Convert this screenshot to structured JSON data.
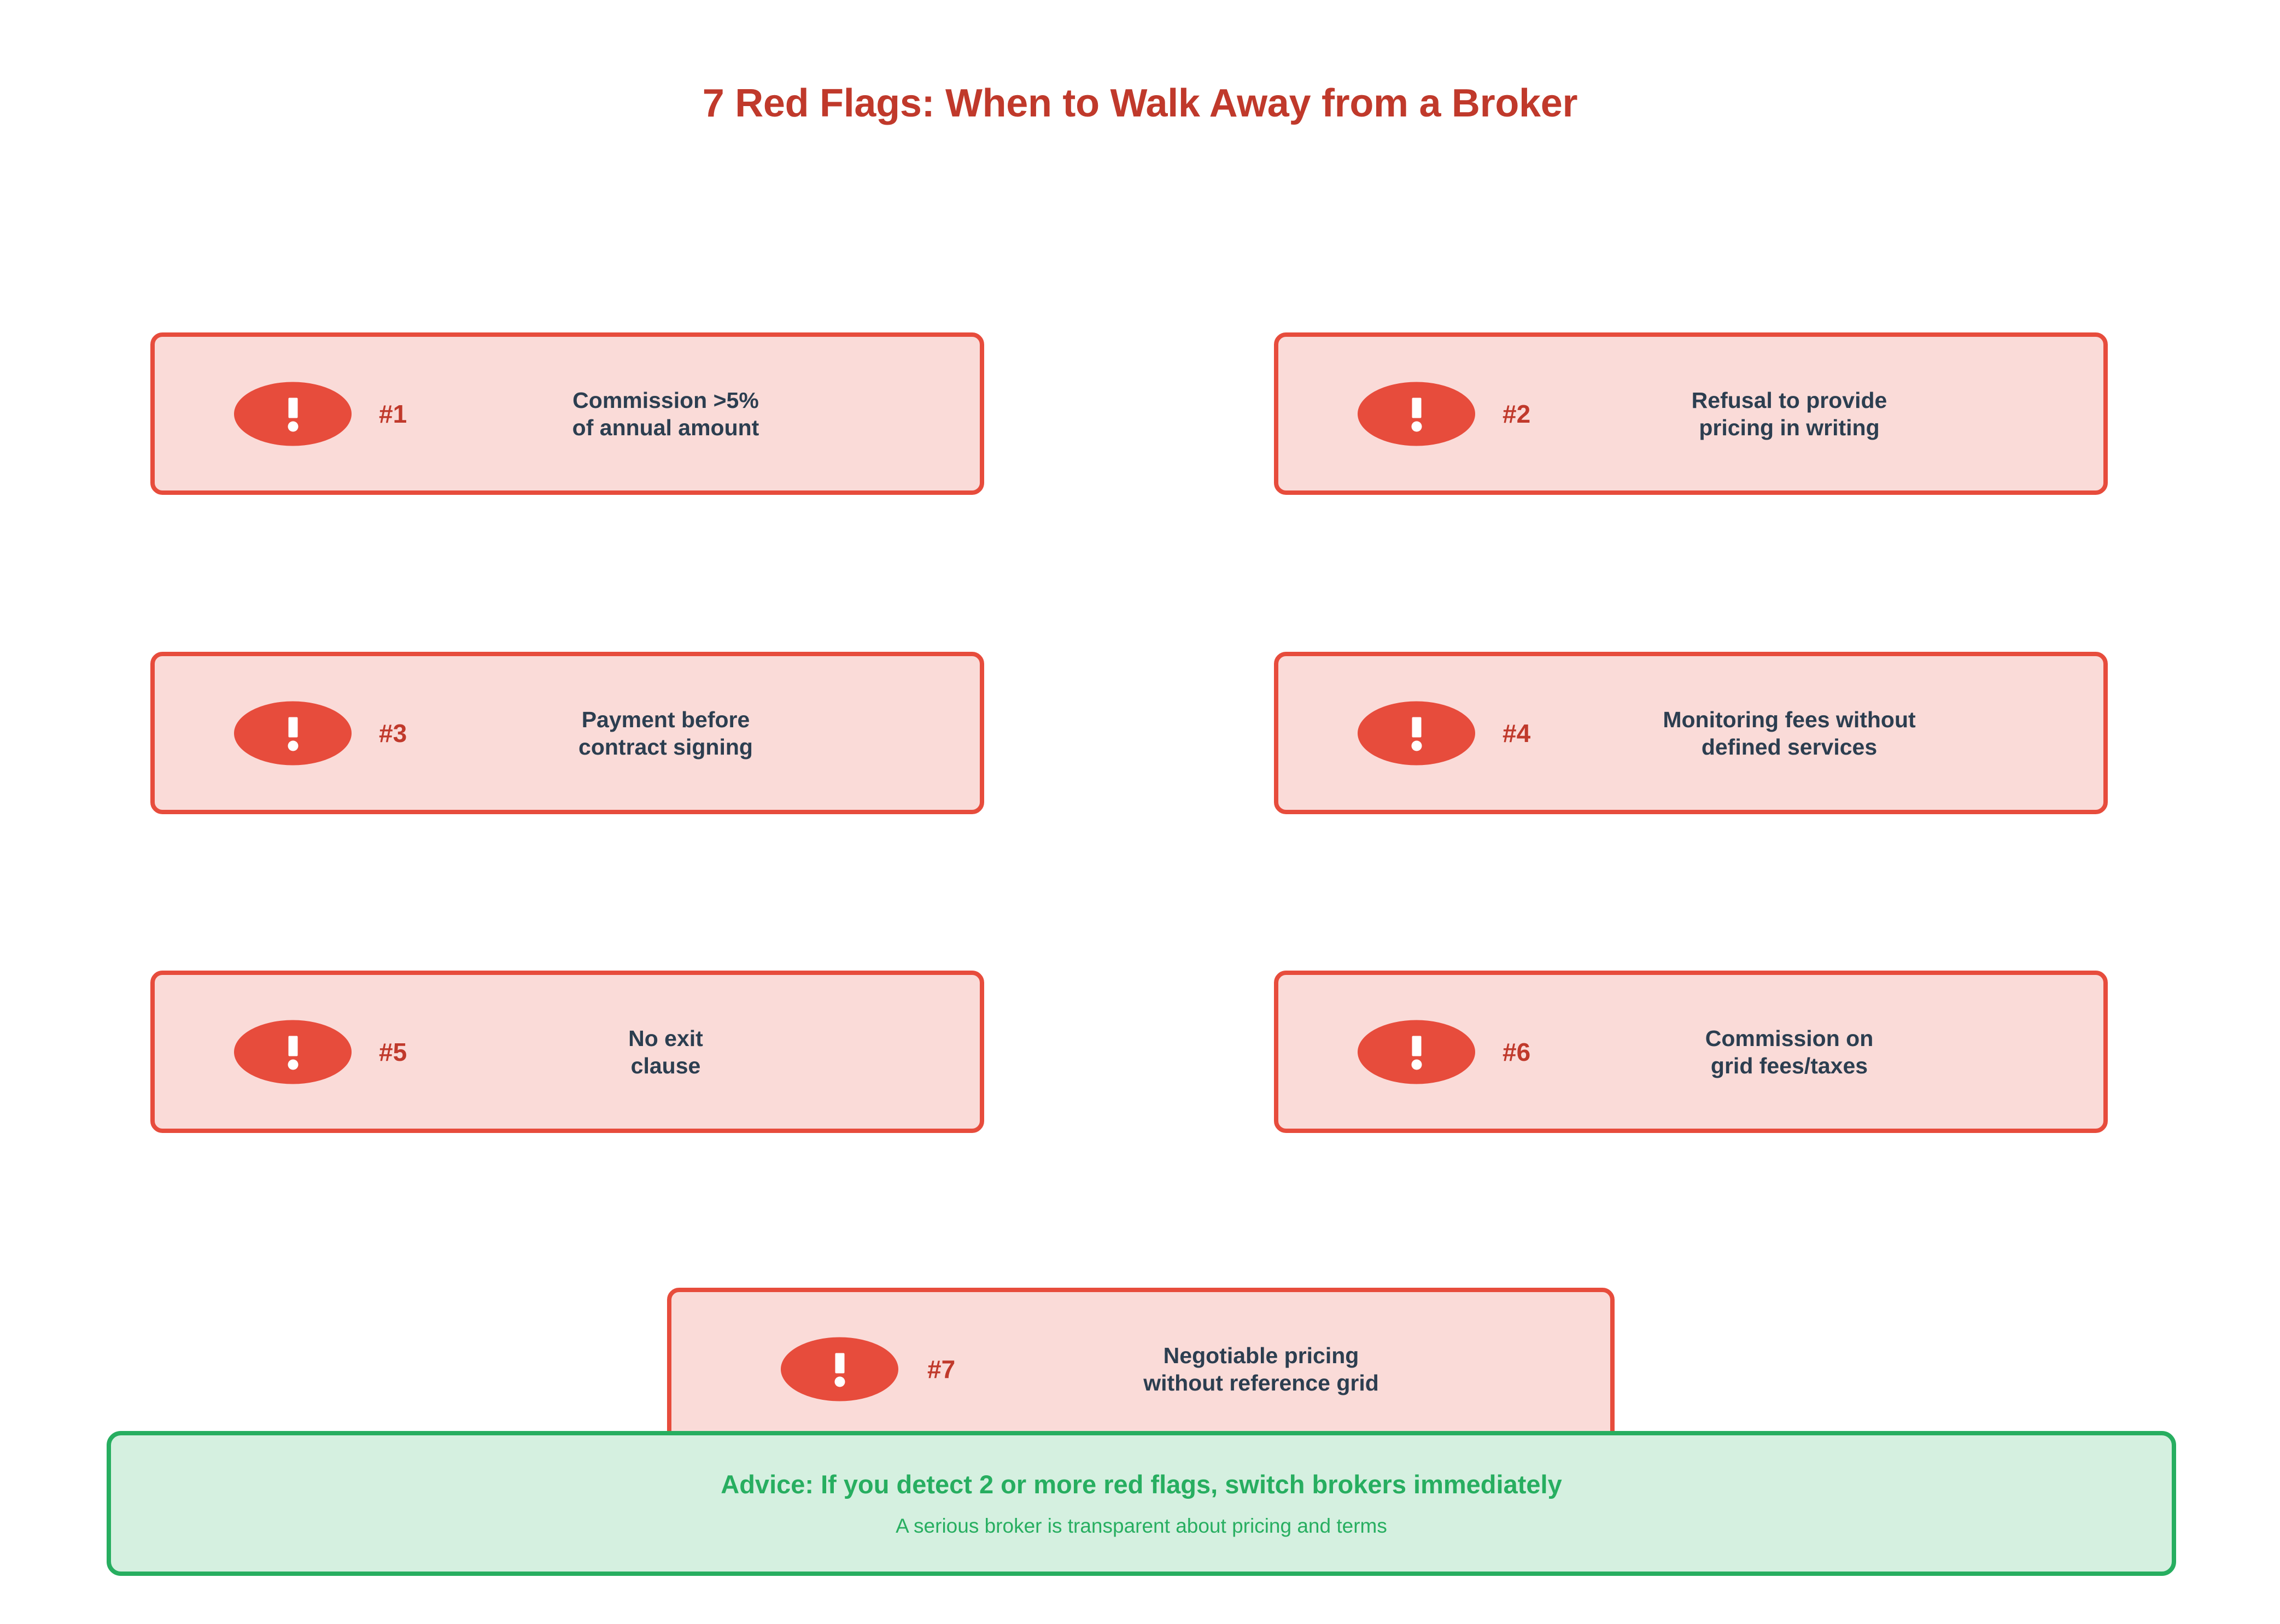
{
  "page": {
    "title": "7 Red Flags: When to Walk Away from a Broker",
    "background_color": "#ffffff"
  },
  "theme": {
    "flag_border_color": "#e74c3c",
    "flag_fill_color": "#fadbd8",
    "flag_icon_color": "#e74c3c",
    "flag_number_color": "#c0392b",
    "flag_text_color": "#2c3e50",
    "title_color": "#c0392b",
    "advice_border_color": "#27ae60",
    "advice_fill_color": "#d5f0e0",
    "advice_text_color": "#27ae60"
  },
  "flags": [
    {
      "number": "#1",
      "icon": "warning-exclamation-icon",
      "line1": "Commission >5%",
      "line2": "of annual amount"
    },
    {
      "number": "#2",
      "icon": "warning-exclamation-icon",
      "line1": "Refusal to provide",
      "line2": "pricing in writing"
    },
    {
      "number": "#3",
      "icon": "warning-exclamation-icon",
      "line1": "Payment before",
      "line2": "contract signing"
    },
    {
      "number": "#4",
      "icon": "warning-exclamation-icon",
      "line1": "Monitoring fees without",
      "line2": "defined services"
    },
    {
      "number": "#5",
      "icon": "warning-exclamation-icon",
      "line1": "No exit",
      "line2": "clause"
    },
    {
      "number": "#6",
      "icon": "warning-exclamation-icon",
      "line1": "Commission on",
      "line2": "grid fees/taxes"
    },
    {
      "number": "#7",
      "icon": "warning-exclamation-icon",
      "line1": "Negotiable pricing",
      "line2": "without reference grid"
    }
  ],
  "advice": {
    "title": "Advice: If you detect 2 or more red flags, switch brokers immediately",
    "subtitle": "A serious broker is transparent about pricing and terms"
  }
}
